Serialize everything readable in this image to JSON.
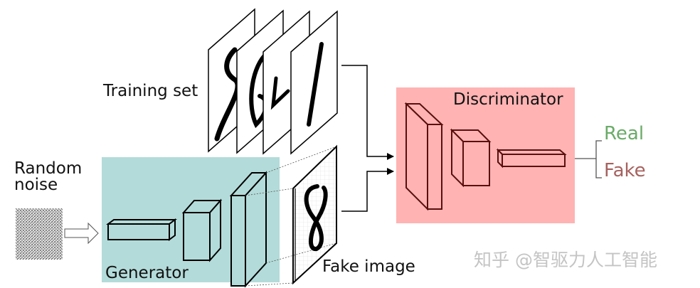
{
  "labels": {
    "training_set": "Training set",
    "random_noise_line1": "Random",
    "random_noise_line2": "noise",
    "generator": "Generator",
    "fake_image": "Fake image",
    "discriminator": "Discriminator",
    "real": "Real",
    "fake": "Fake"
  },
  "training_digits": [
    "8",
    "6",
    "4",
    "1"
  ],
  "fake_digit": "8",
  "watermark": "知乎 @智驱力人工智能",
  "colors": {
    "generator_bg": "#b3dbd9",
    "discriminator_bg": "#ffb3b3",
    "discriminator_stroke": "#5a0f0f",
    "real": "#6aab68",
    "fake": "#a5625f",
    "watermark": "#c4c4c4"
  }
}
